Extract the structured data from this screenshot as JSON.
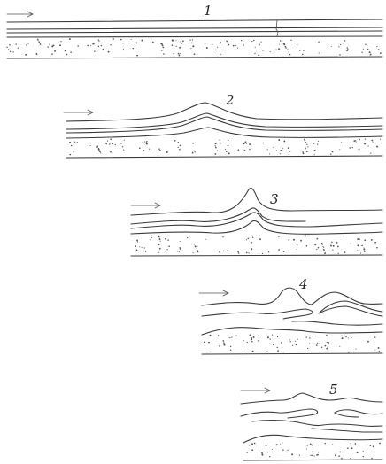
{
  "figure": {
    "stages": [
      {
        "label": "1"
      },
      {
        "label": "2"
      },
      {
        "label": "3"
      },
      {
        "label": "4"
      },
      {
        "label": "5"
      }
    ],
    "ink_color": "#3a3a3a"
  }
}
